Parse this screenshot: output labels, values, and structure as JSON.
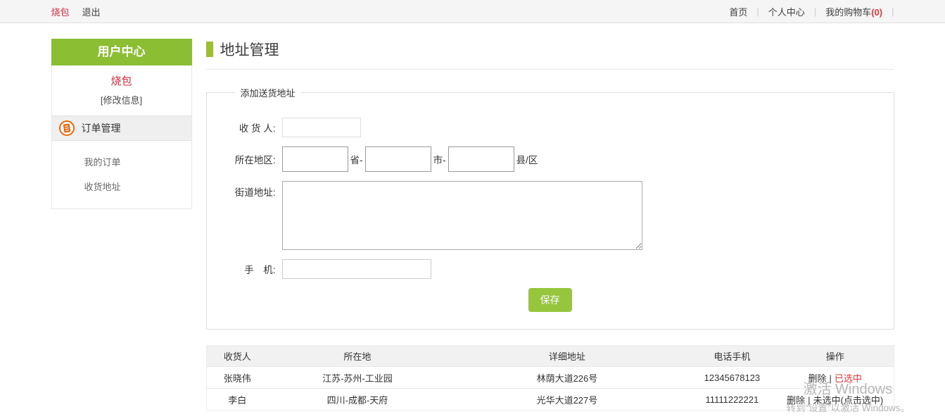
{
  "topbar": {
    "brand": "烧包",
    "logout": "退出",
    "separator": "|",
    "nav_home": "首页",
    "nav_account": "个人中心",
    "nav_cart": "我的购物车",
    "cart_count": "(0)"
  },
  "sidebar": {
    "header": "用户中心",
    "username": "烧包",
    "edit_info": "[修改信息]",
    "group_label": "订单管理",
    "items": [
      {
        "label": "我的订单"
      },
      {
        "label": "收货地址"
      }
    ]
  },
  "main": {
    "title": "地址管理",
    "form": {
      "legend": "添加送货地址",
      "receiver_label": "收 货 人:",
      "region_label": "所在地区:",
      "suffix_province": "省-",
      "suffix_city": "市-",
      "suffix_district": "县/区",
      "street_label": "街道地址:",
      "phone_label": "手　机:",
      "save_label": "保存"
    },
    "table": {
      "headers": [
        "收货人",
        "所在地",
        "详细地址",
        "电话手机",
        "操作"
      ],
      "op_separator": "|",
      "rows": [
        {
          "receiver": "张晓伟",
          "region": "江苏-苏州-工业园",
          "address": "林荫大道226号",
          "phone": "12345678123",
          "delete": "删除",
          "status": "已选中"
        },
        {
          "receiver": "李白",
          "region": "四川-成都-天府",
          "address": "光华大道227号",
          "phone": "11111222221",
          "delete": "删除",
          "status": "未选中(点击选中)"
        }
      ]
    }
  },
  "watermark": {
    "line1": "激活 Windows",
    "line2": "转到“设置”以激活 Windows。"
  },
  "colors": {
    "sidebar_green": "#8cbe33",
    "button_green": "#95c63e",
    "accent_red": "#e4393c",
    "icon_orange": "#e8690f"
  }
}
